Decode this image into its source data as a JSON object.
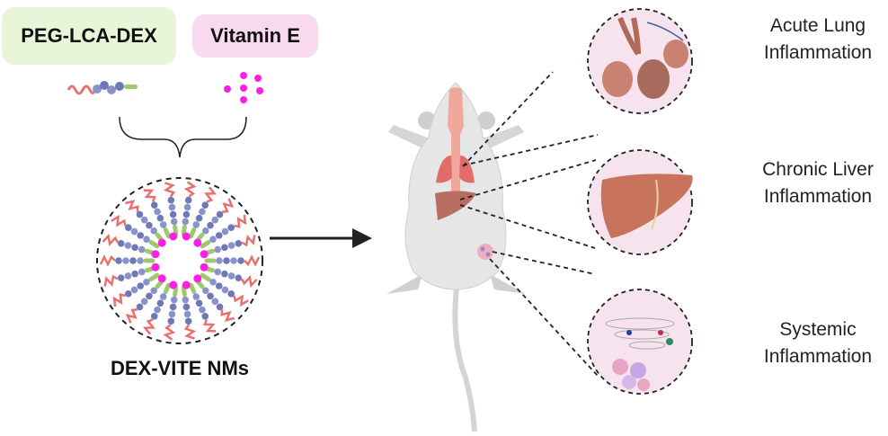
{
  "components": {
    "polymer_label": "PEG-LCA-DEX",
    "vitamin_label": "Vitamin E",
    "nanoparticle_label": "DEX-VITE NMs"
  },
  "targets": [
    {
      "line1": "Acute Lung",
      "line2": "Inflammation"
    },
    {
      "line1": "Chronic Liver",
      "line2": "Inflammation"
    },
    {
      "line1": "Systemic",
      "line2": "Inflammation"
    }
  ],
  "colors": {
    "polymer_box": "#e9f5d8",
    "vitamin_box": "#f8d9ef",
    "peg": "#e8706d",
    "lca": "#6e78b8",
    "dex": "#9cc96a",
    "vitamin_e": "#ff1ee6",
    "mouse": "#dcdcdc",
    "lung": "#e26c6a",
    "liver": "#b86d62",
    "inset_bg": "#f7e3ee"
  }
}
